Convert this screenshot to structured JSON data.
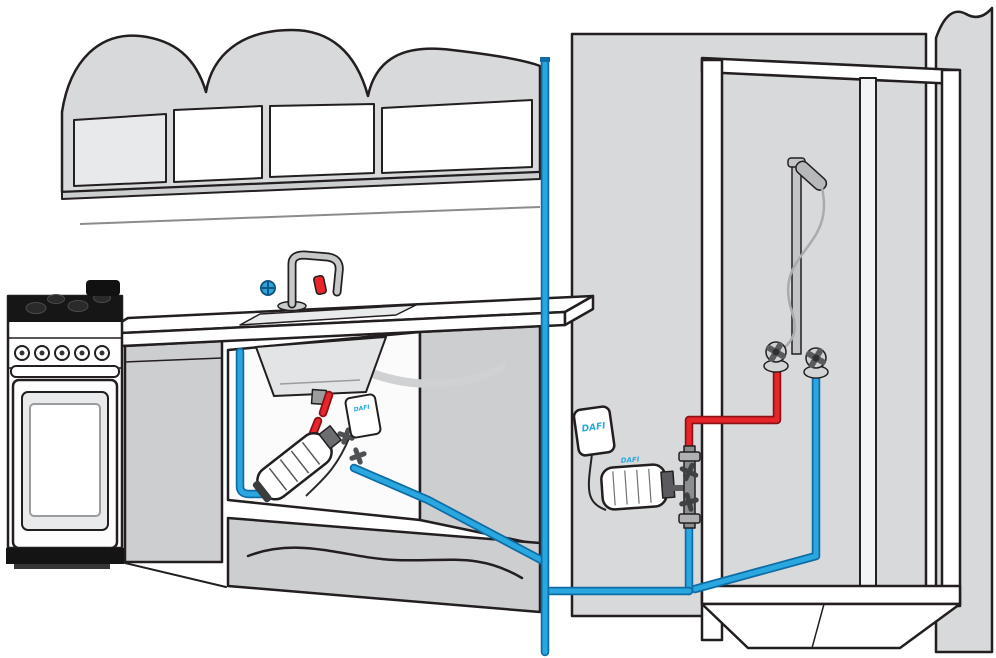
{
  "diagram": {
    "labels": {
      "wall_plate": "DAFI",
      "shower_heater": "DAFI",
      "undersink_heater_box": "DAFI"
    },
    "colors": {
      "cold_water": "#2ba7e0",
      "cold_water_dark": "#0f6da6",
      "hot_water": "#e8252b",
      "hot_water_dark": "#8c1216",
      "outline": "#231f20",
      "wall_gray": "#d8d9db",
      "panel_gray": "#cdced0",
      "metal_gray": "#c2c4c6",
      "dark_gray": "#595b5e",
      "white": "#ffffff",
      "background": "#ffffff"
    }
  }
}
